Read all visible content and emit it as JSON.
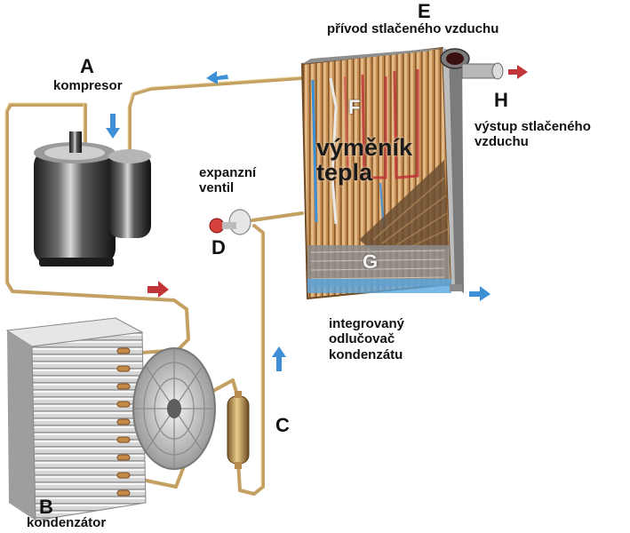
{
  "labels": {
    "A": {
      "letter": "A",
      "text": "kompresor"
    },
    "B": {
      "letter": "B",
      "text": "kondenzátor"
    },
    "C": {
      "letter": "C"
    },
    "D": {
      "letter": "D",
      "text": "expanzní\nventil"
    },
    "E": {
      "letter": "E",
      "text": "přívod stlačeného vzduchu"
    },
    "F": {
      "letter": "F",
      "text": "výměník\ntepla"
    },
    "G": {
      "letter": "G"
    },
    "H": {
      "letter": "H",
      "text": "výstup stlačeného\nvzduchu"
    },
    "separator": {
      "text": "integrovaný\nodlučovač\nkondenzátu"
    }
  },
  "colors": {
    "pipe": "#c4a062",
    "arrow_hot": "#c0353a",
    "arrow_cold": "#3d8fd6",
    "exchanger_fin": "#c9955a"
  }
}
